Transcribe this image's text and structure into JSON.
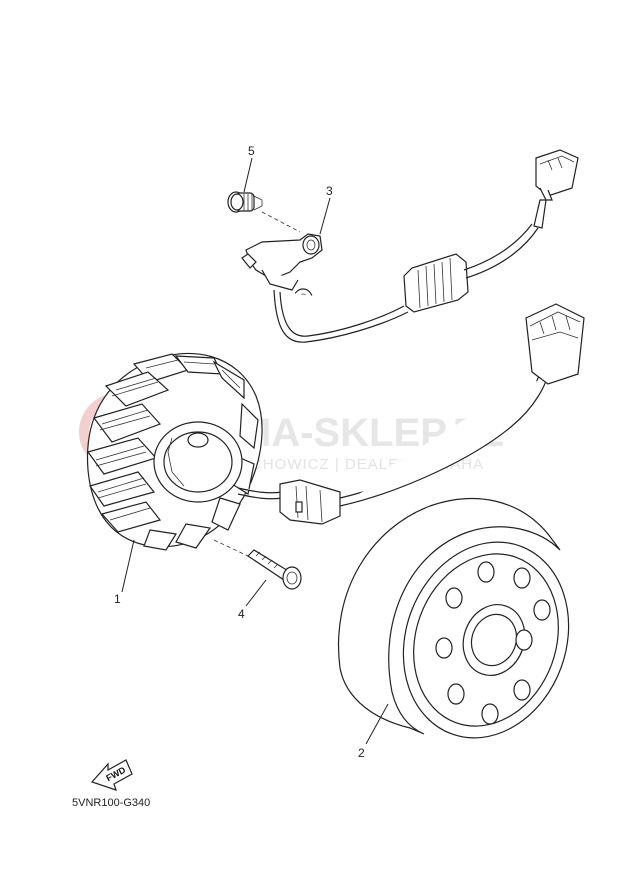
{
  "diagram": {
    "callouts": [
      "1",
      "2",
      "3",
      "4",
      "5"
    ],
    "fwd_label": "FWD",
    "diagram_code": "5VNR100-G340"
  },
  "watermark": {
    "line1": "MA-SKLEP.PL",
    "line2": "ECHOWICZ | DEALER YAMAHA",
    "logo_color": "#d9534f"
  },
  "colors": {
    "line": "#222222",
    "background": "#ffffff"
  }
}
